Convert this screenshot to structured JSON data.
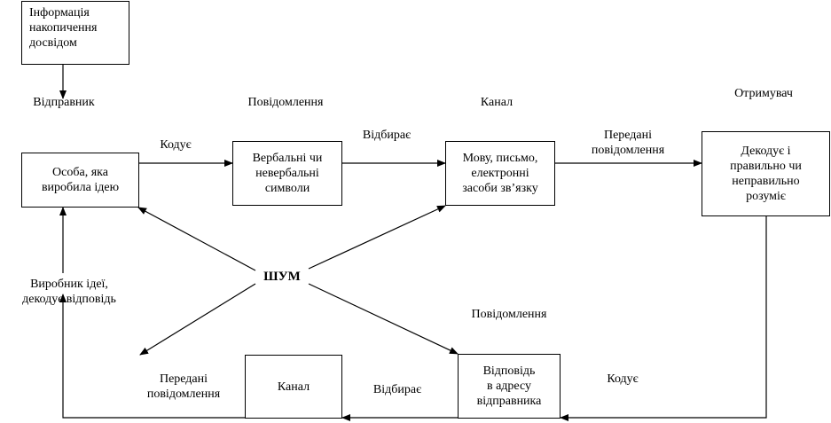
{
  "boxes": {
    "experience": "Інформація\nнакопичення\nдосвідом",
    "person": "Особа, яка\nвиробила ідею",
    "symbols": "Вербальні чи\nневербальні\nсимволи",
    "channel_top": "Мову, письмо,\nелектронні\nзасоби зв’язку",
    "receiver": "Декодує і\nправильно чи\nнеправильно\nрозуміє",
    "channel_bottom": "Канал",
    "reply": "Відповідь\nв адресу\nвідправника"
  },
  "labels": {
    "sender": "Відправник",
    "message_top": "Повідомлення",
    "channel_header": "Канал",
    "receiver_header": "Отримувач",
    "encodes_top": "Кодує",
    "selects_top": "Відбирає",
    "transmitted_top": "Передані\nповідомлення",
    "noise": "ШУМ",
    "producer": "Виробник ідеї,\nдекодує відповідь",
    "message_bottom": "Повідомлення",
    "transmitted_bottom": "Передані\nповідомлення",
    "selects_bottom": "Відбирає",
    "encodes_bottom": "Кодує"
  }
}
